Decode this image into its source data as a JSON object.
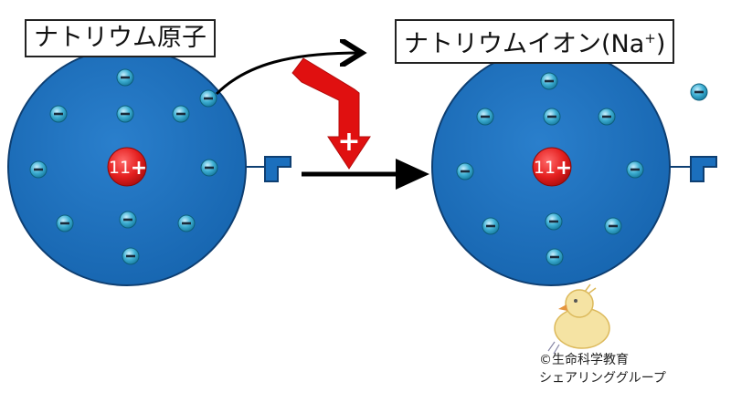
{
  "left": {
    "title": "ナトリウム原子",
    "nucleus_charge": "11",
    "electron_count": 11
  },
  "right": {
    "title_main": "ナトリウムイオン(Na",
    "title_sup": "+",
    "title_end": ")",
    "nucleus_charge": "11",
    "electron_count": 10,
    "released_electrons": 1
  },
  "symbols": {
    "electron": "−",
    "proton": "+",
    "energy": "+"
  },
  "credit": {
    "line1": "©生命科学教育",
    "line2": "シェアリンググループ"
  },
  "colors": {
    "atom": "#1b6fbd",
    "atom_stroke": "#0e3f72",
    "nucleus": "#e41f1f",
    "electron": "#3fb0d4",
    "arrow_energy": "#e01010",
    "arrow_main": "#000000",
    "outline_icon": "#1b6fbd",
    "chick": "#f4e09a"
  }
}
